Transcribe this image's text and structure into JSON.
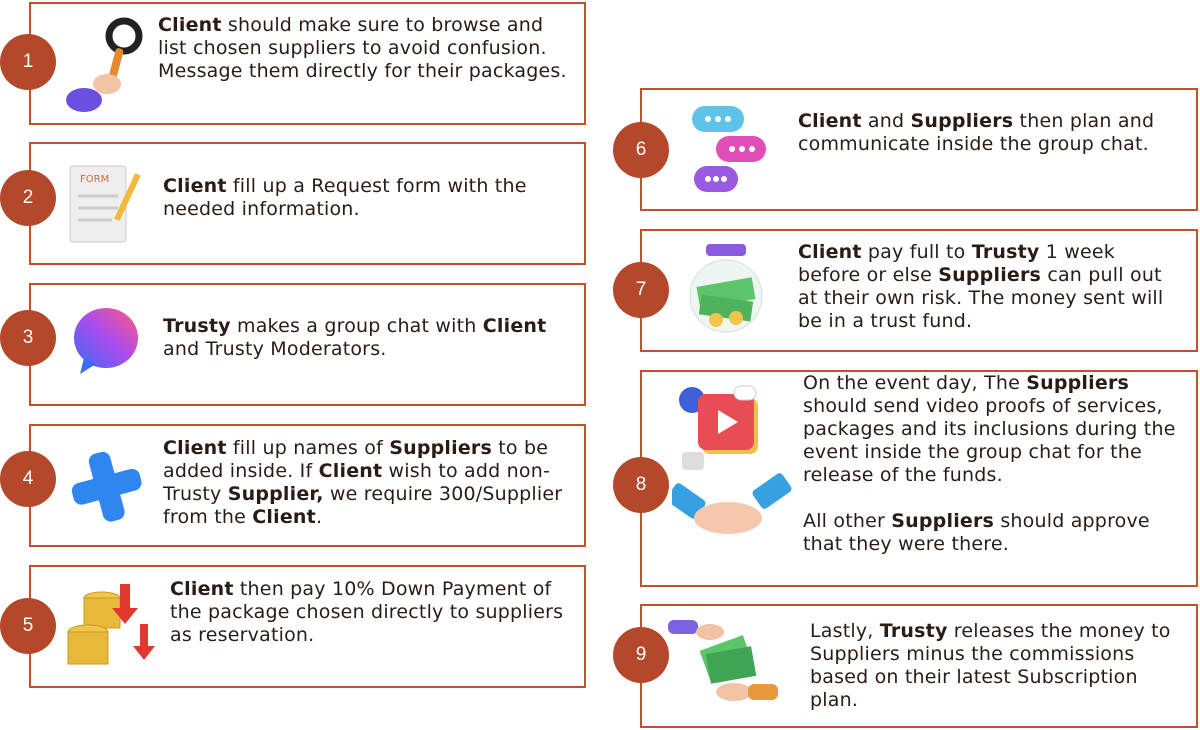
{
  "colors": {
    "border": "#c0502e",
    "badge": "#b5472a",
    "text": "#2a1c14"
  },
  "steps": [
    {
      "number": "1",
      "icon": "magnifier-hand-icon",
      "paragraphs": [
        [
          {
            "t": "Client",
            "b": true
          },
          {
            "t": " should make sure to browse and list chosen suppliers to avoid confusion. Message them directly for their packages.",
            "b": false
          }
        ]
      ]
    },
    {
      "number": "2",
      "icon": "request-form-icon",
      "paragraphs": [
        [
          {
            "t": "Client",
            "b": true
          },
          {
            "t": " fill up a Request form with the needed information.",
            "b": false
          }
        ]
      ]
    },
    {
      "number": "3",
      "icon": "messenger-chat-icon",
      "paragraphs": [
        [
          {
            "t": "Trusty",
            "b": true
          },
          {
            "t": " makes a group chat with ",
            "b": false
          },
          {
            "t": "Client",
            "b": true
          },
          {
            "t": " and Trusty Moderators.",
            "b": false
          }
        ]
      ]
    },
    {
      "number": "4",
      "icon": "plus-icon",
      "paragraphs": [
        [
          {
            "t": "Client",
            "b": true
          },
          {
            "t": " fill up names of ",
            "b": false
          },
          {
            "t": "Suppliers",
            "b": true
          },
          {
            "t": " to be added inside. If ",
            "b": false
          },
          {
            "t": "Client",
            "b": true
          },
          {
            "t": " wish to add non-Trusty ",
            "b": false
          },
          {
            "t": "Supplier,",
            "b": true
          },
          {
            "t": " we require 300/Supplier from the ",
            "b": false
          },
          {
            "t": "Client",
            "b": true
          },
          {
            "t": ".",
            "b": false
          }
        ]
      ]
    },
    {
      "number": "5",
      "icon": "coins-down-arrow-icon",
      "paragraphs": [
        [
          {
            "t": "Client",
            "b": true
          },
          {
            "t": " then pay 10% Down Payment of the package chosen directly to suppliers as reservation.",
            "b": false
          }
        ]
      ]
    },
    {
      "number": "6",
      "icon": "chat-bubbles-icon",
      "paragraphs": [
        [
          {
            "t": "Client",
            "b": true
          },
          {
            "t": " and ",
            "b": false
          },
          {
            "t": "Suppliers",
            "b": true
          },
          {
            "t": " then plan and communicate inside the group chat.",
            "b": false
          }
        ]
      ]
    },
    {
      "number": "7",
      "icon": "money-jar-icon",
      "paragraphs": [
        [
          {
            "t": "Client",
            "b": true
          },
          {
            "t": " pay full to ",
            "b": false
          },
          {
            "t": "Trusty",
            "b": true
          },
          {
            "t": " 1 week before or else ",
            "b": false
          },
          {
            "t": "Suppliers",
            "b": true
          },
          {
            "t": " can pull out at their own risk. The money sent will be in a trust fund.",
            "b": false
          }
        ]
      ]
    },
    {
      "number": "8",
      "icon": "video-handshake-icon",
      "paragraphs": [
        [
          {
            "t": "On the event day, The ",
            "b": false
          },
          {
            "t": "Suppliers",
            "b": true
          },
          {
            "t": " should send video proofs of services, packages and its inclusions during the event inside the group chat for the release of the funds.",
            "b": false
          }
        ],
        [
          {
            "t": "All other ",
            "b": false
          },
          {
            "t": "Suppliers",
            "b": true
          },
          {
            "t": " should approve that they were there.",
            "b": false
          }
        ]
      ]
    },
    {
      "number": "9",
      "icon": "money-handover-icon",
      "paragraphs": [
        [
          {
            "t": "Lastly, ",
            "b": false
          },
          {
            "t": "Trusty",
            "b": true
          },
          {
            "t": " releases the money to Suppliers minus the commissions based on their latest Subscription plan.",
            "b": false
          }
        ]
      ]
    }
  ]
}
